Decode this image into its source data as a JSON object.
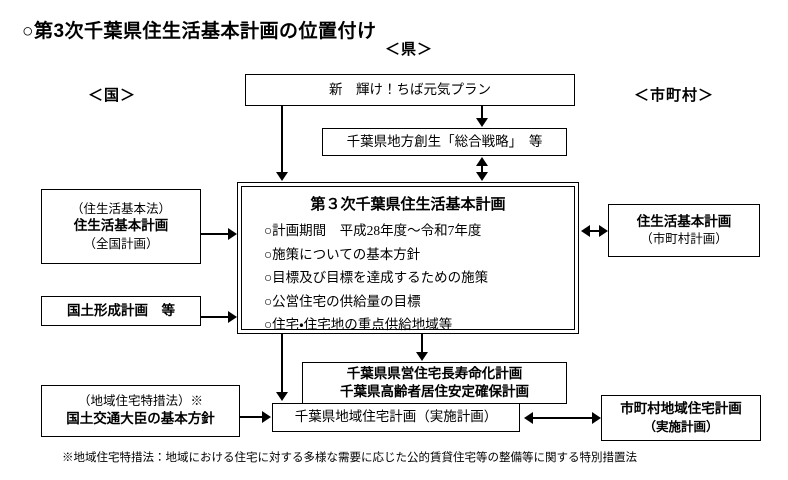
{
  "page": {
    "title": "○第3次千葉県住生活基本計画の位置付け",
    "footnote": "※地域住宅特措法：地域における住宅に対する多様な需要に応じた公的賃貸住宅等の整備等に関する特別措置法"
  },
  "scope_labels": {
    "nation": "＜国＞",
    "prefecture": "＜県＞",
    "municipality": "＜市町村＞"
  },
  "boxes": {
    "chiba_genki_plan": {
      "line1": "新　輝け！ちば元気プラン"
    },
    "chihousousei": {
      "line1": "千葉県地方創生「総合戦略」　等"
    },
    "main_plan": {
      "title": "第３次千葉県住生活基本計画",
      "items": [
        "○計画期間　平成28年度～令和7年度",
        "○施策についての基本方針",
        "○目標及び目標を達成するための施策",
        "○公営住宅の供給量の目標",
        "○住宅・住宅地の重点供給地域等"
      ]
    },
    "national_basic_plan": {
      "line1": "（住生活基本法）",
      "line2": "住生活基本計画",
      "line3": "（全国計画）"
    },
    "kokudo_keisei": {
      "line1": "国土形成計画　等"
    },
    "minister_policy": {
      "line1": "（地域住宅特措法）※",
      "line2": "国土交通大臣の基本方針"
    },
    "municipal_basic_plan": {
      "line1": "住生活基本計画",
      "line2": "（市町村計画）"
    },
    "pref_sub_plans": {
      "line1": "千葉県県営住宅長寿命化計画",
      "line2": "千葉県高齢者居住安定確保計画"
    },
    "pref_regional_housing": {
      "line1": "千葉県地域住宅計画（実施計画）"
    },
    "municipal_regional_housing": {
      "line1": "市町村地域住宅計画",
      "line2": "（実施計画）"
    }
  },
  "colors": {
    "line": "#000000",
    "background": "#ffffff"
  }
}
